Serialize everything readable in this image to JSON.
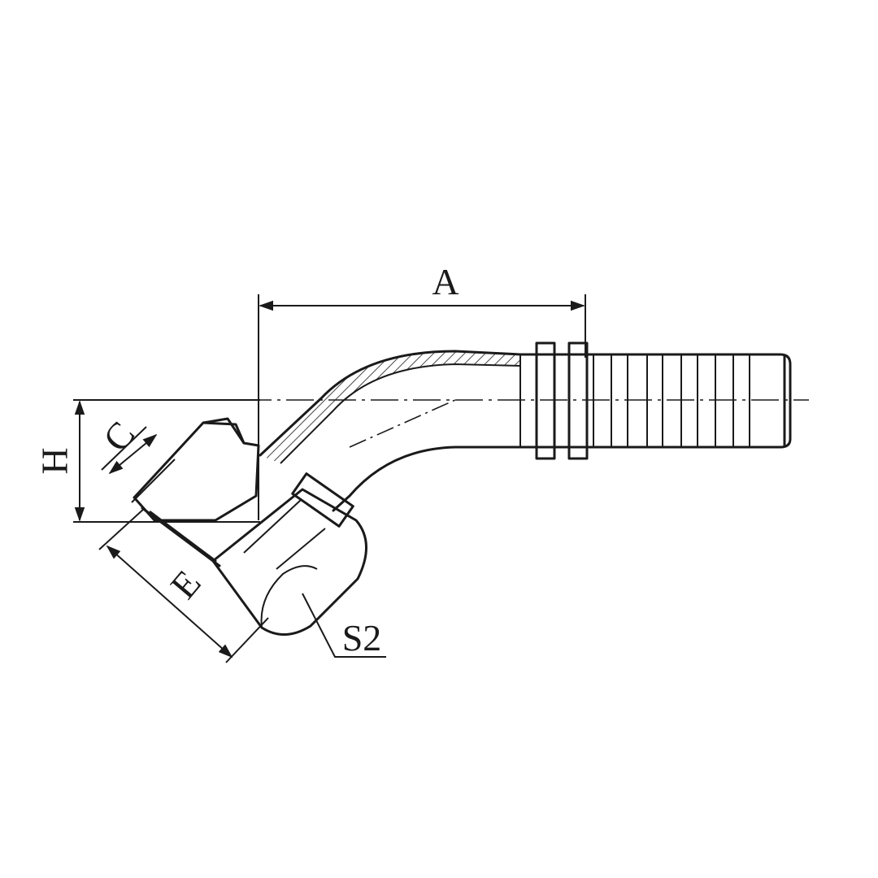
{
  "labels": {
    "dim_a": "A",
    "dim_h": "H",
    "dim_c": "C",
    "dim_e": "E",
    "dim_s2": "S2"
  },
  "colors": {
    "line": "#1a1a1a",
    "background": "#ffffff"
  }
}
